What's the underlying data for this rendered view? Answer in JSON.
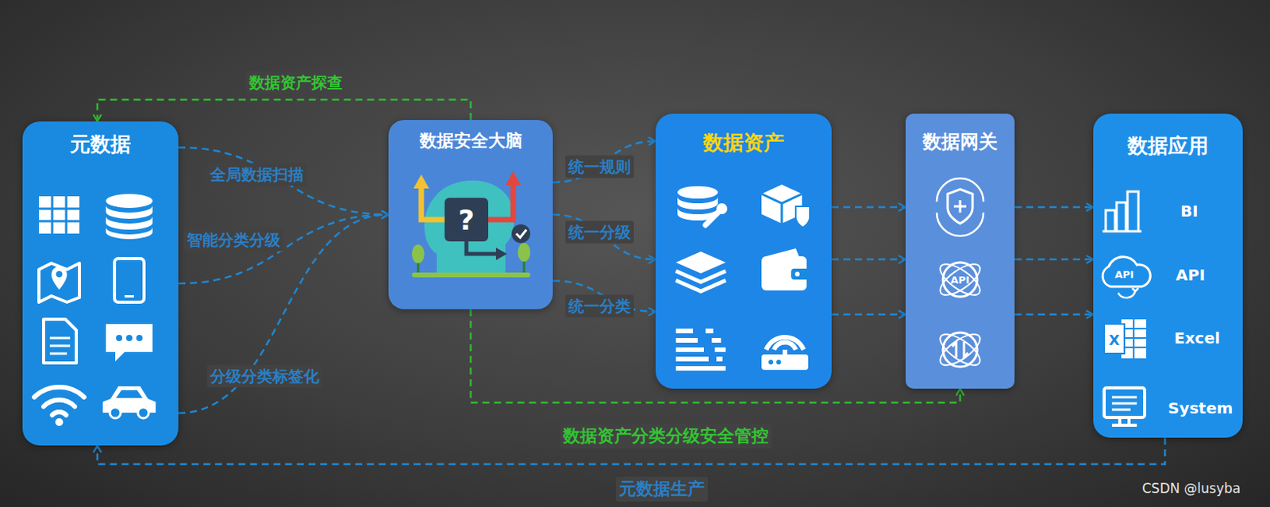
{
  "diagram": {
    "nodes": [
      {
        "text": [
          "元数据"
        ]
      },
      {
        "text": [
          "数据安全大脑"
        ]
      },
      {
        "text": [
          "数据资产"
        ]
      },
      {
        "text": [
          "数据网关"
        ]
      },
      {
        "text": [
          "数据应用",
          "BI",
          "API",
          "Excel",
          "System"
        ]
      }
    ],
    "edges": [
      {
        "from": 1,
        "to": 0,
        "arrow": "to",
        "label": "数据资产探查"
      },
      {
        "from": 0,
        "to": 1,
        "arrow": "to",
        "label": "全局数据扫描"
      },
      {
        "from": 0,
        "to": 1,
        "arrow": "to",
        "label": "智能分类分级"
      },
      {
        "from": 0,
        "to": 1,
        "arrow": "to",
        "label": "分级分类标签化"
      },
      {
        "from": 1,
        "to": 2,
        "arrow": "to",
        "label": "统一规则"
      },
      {
        "from": 1,
        "to": 2,
        "arrow": "to",
        "label": "统一分级"
      },
      {
        "from": 1,
        "to": 2,
        "arrow": "to",
        "label": "统一分类"
      },
      {
        "from": 2,
        "to": 3,
        "arrow": "to"
      },
      {
        "from": 2,
        "to": 3,
        "arrow": "to"
      },
      {
        "from": 2,
        "to": 3,
        "arrow": "to"
      },
      {
        "from": 3,
        "to": 4,
        "arrow": "to"
      },
      {
        "from": 3,
        "to": 4,
        "arrow": "to"
      },
      {
        "from": 3,
        "to": 4,
        "arrow": "to"
      },
      {
        "from": 1,
        "to": 3,
        "arrow": "to",
        "label": "数据资产分类分级安全管控"
      },
      {
        "from": 4,
        "to": 0,
        "arrow": "to",
        "label": "元数据生产"
      }
    ],
    "labels": [
      "?",
      "API",
      "API",
      "X",
      "CSDN @lusyba"
    ]
  }
}
